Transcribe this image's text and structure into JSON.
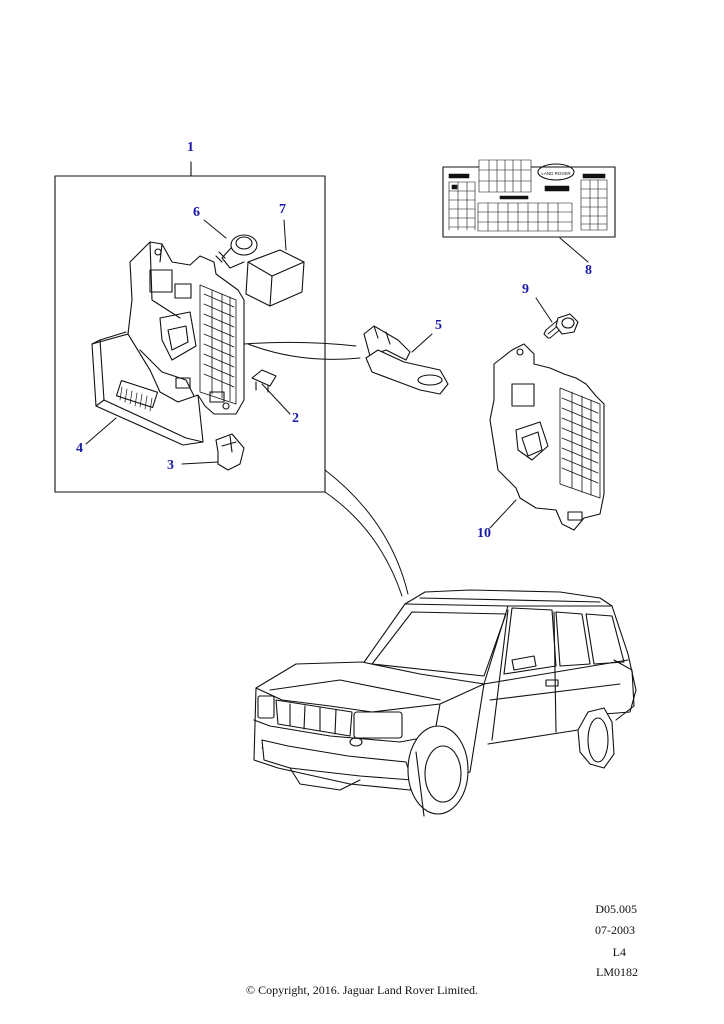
{
  "callouts": {
    "c1": "1",
    "c2": "2",
    "c3": "3",
    "c4": "4",
    "c5": "5",
    "c6": "6",
    "c7": "7",
    "c8": "8",
    "c9": "9",
    "c10": "10"
  },
  "label_logo": "LAND ROVER",
  "doc_info": {
    "ref": "D05.005",
    "date": "07-2003",
    "level": "L4",
    "code": "LM0182"
  },
  "copyright": "© Copyright, 2016. Jaguar Land Rover Limited.",
  "colors": {
    "callout": "#1a1aa8",
    "line": "#111111",
    "background": "#ffffff"
  }
}
